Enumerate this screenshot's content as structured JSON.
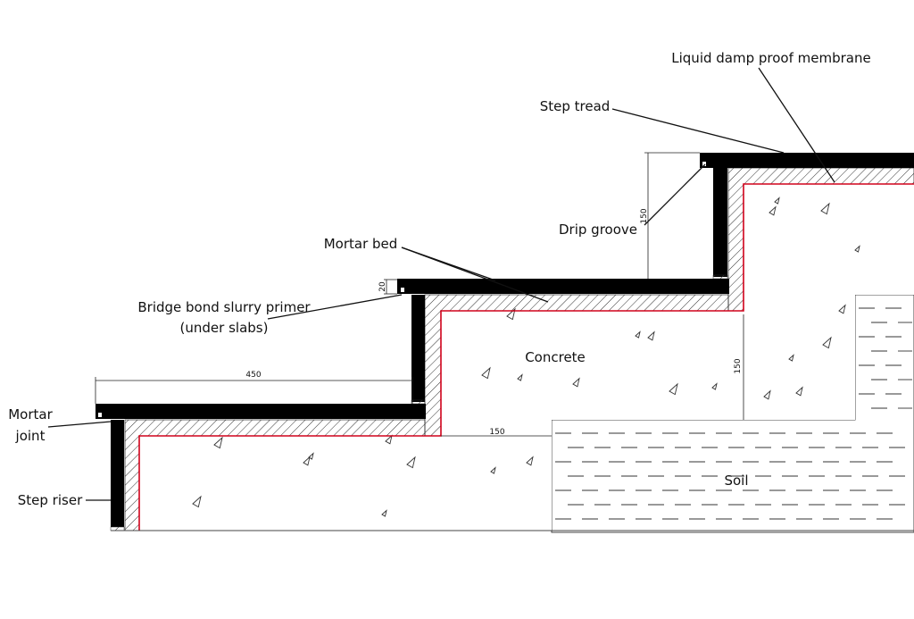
{
  "labels": {
    "liquid_dpm": "Liquid damp proof membrane",
    "step_tread": "Step tread",
    "drip_groove": "Drip groove",
    "mortar_bed": "Mortar bed",
    "bridge_bond_1": "Bridge bond slurry primer",
    "bridge_bond_2": "(under slabs)",
    "mortar_joint_1": "Mortar",
    "mortar_joint_2": "joint",
    "step_riser": "Step riser",
    "concrete": "Concrete",
    "soil": "Soil"
  },
  "dimensions": {
    "tread_depth": "450",
    "riser_height_top": "150",
    "riser_height_right": "150",
    "step_offset": "150",
    "slab_thickness": "20"
  },
  "colors": {
    "membrane": "#d0021b",
    "slab": "#000000",
    "hatch": "#333333"
  }
}
